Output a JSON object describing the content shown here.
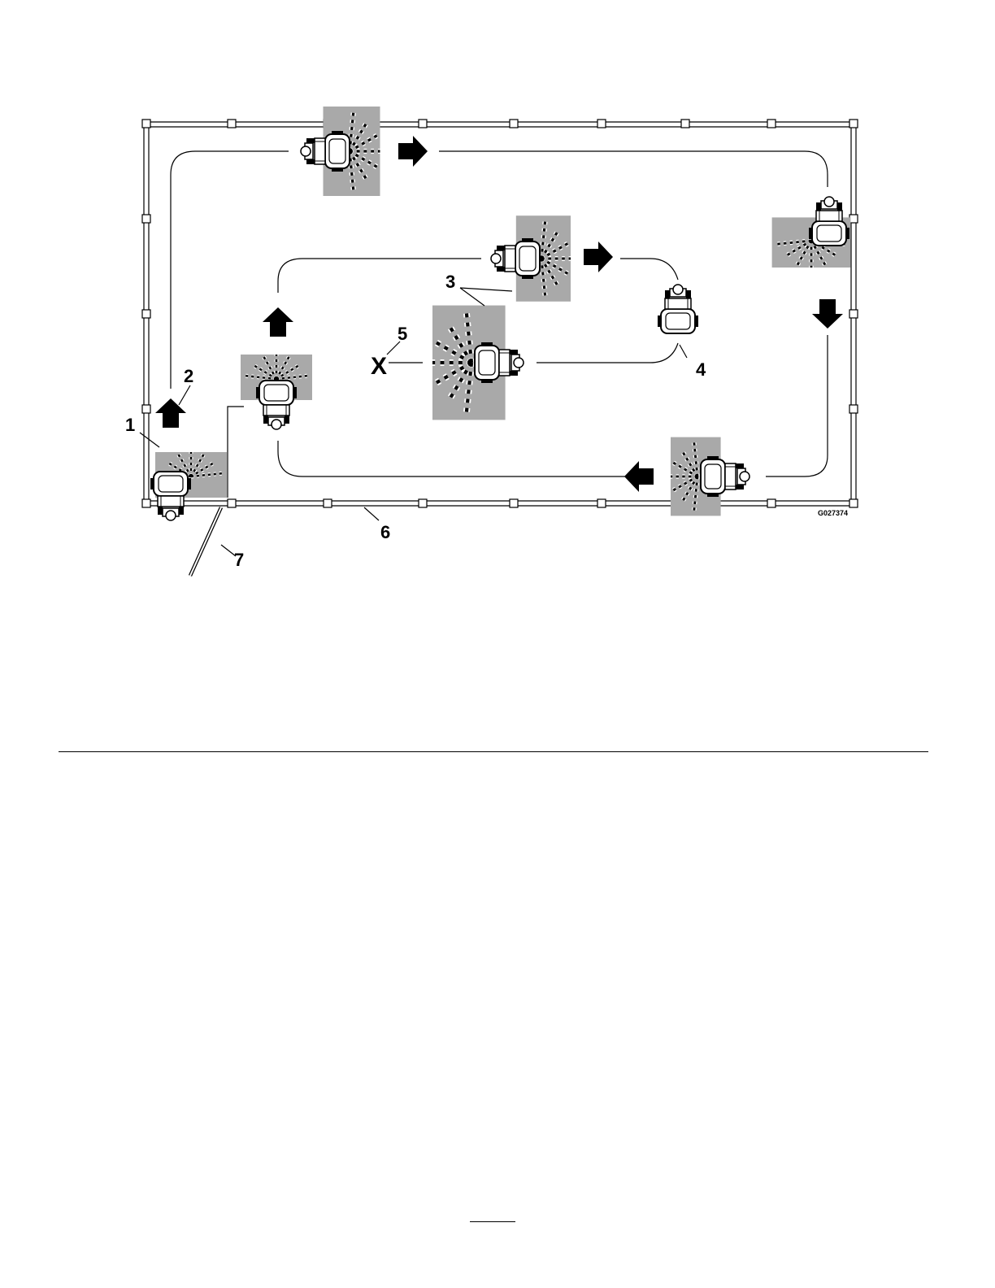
{
  "figure": {
    "figure_id": "G027374",
    "mark_x": "X",
    "callouts": [
      "1",
      "2",
      "3",
      "4",
      "5",
      "6",
      "7"
    ]
  },
  "colors": {
    "coverage_shade": "#a9a9a9",
    "ink": "#000000",
    "background": "#ffffff"
  },
  "icons": [
    "aerator-unit-icon",
    "direction-arrow-icon",
    "fence-post-icon",
    "tine-pattern-icon"
  ]
}
